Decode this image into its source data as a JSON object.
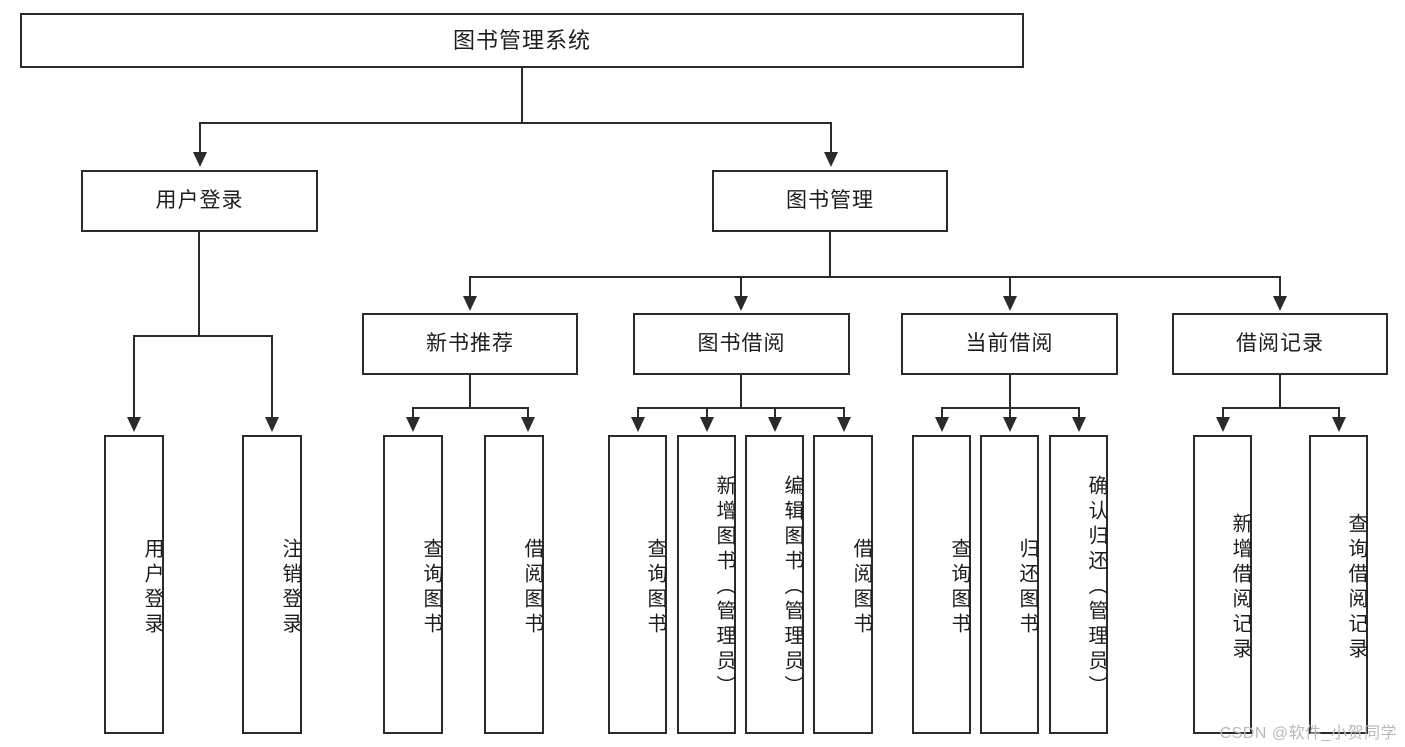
{
  "diagram": {
    "title": "图书管理系统",
    "root": {
      "label": "图书管理系统"
    },
    "level1": [
      {
        "label": "用户登录"
      },
      {
        "label": "图书管理"
      }
    ],
    "level2": [
      {
        "label": "新书推荐"
      },
      {
        "label": "图书借阅"
      },
      {
        "label": "当前借阅"
      },
      {
        "label": "借阅记录"
      }
    ],
    "leaves": {
      "user_login": [
        {
          "label": "用户登录"
        },
        {
          "label": "注销登录"
        }
      ],
      "new_book_recommend": [
        {
          "label": "查询图书"
        },
        {
          "label": "借阅图书"
        }
      ],
      "book_borrow": [
        {
          "label": "查询图书"
        },
        {
          "label": "新增图书（管理员）"
        },
        {
          "label": "编辑图书（管理员）"
        },
        {
          "label": "借阅图书"
        }
      ],
      "current_borrow": [
        {
          "label": "查询图书"
        },
        {
          "label": "归还图书"
        },
        {
          "label": "确认归还（管理员）"
        }
      ],
      "borrow_record": [
        {
          "label": "新增借阅记录"
        },
        {
          "label": "查询借阅记录"
        }
      ]
    }
  },
  "watermark": {
    "text": "CSDN @软件_小贺同学"
  },
  "colors": {
    "line": "#2b2b2b",
    "box_fill": "#ffffff",
    "text": "#1d1d1d",
    "watermark": "#b9b9b9"
  }
}
